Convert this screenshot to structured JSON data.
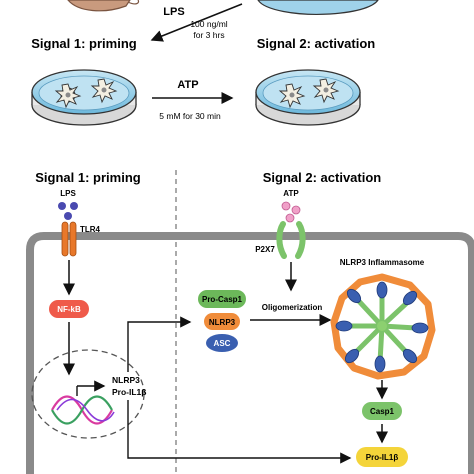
{
  "top": {
    "lps_label": "LPS",
    "lps_dose_line1": "100 ng/ml",
    "lps_dose_line2": "for 3 hrs",
    "signal1_title": "Signal 1: priming",
    "signal2_title": "Signal 2: activation",
    "atp_label": "ATP",
    "atp_dose": "5 mM for 30 min"
  },
  "cell": {
    "signal1_title": "Signal 1: priming",
    "signal2_title": "Signal 2: activation",
    "lps_label": "LPS",
    "tlr4_label": "TLR4",
    "atp_label": "ATP",
    "p2x7_label": "P2X7",
    "nfkb_label": "NF-kB",
    "gene_line1": "NLRP3",
    "gene_line2": "Pro-IL1β",
    "pro_casp1_label": "Pro-Casp1",
    "nlrp3_label": "NLRP3",
    "asc_label": "ASC",
    "oligomerization_label": "Oligomerization",
    "inflammasome_label": "NLRP3 Inflammasome",
    "casp1_label": "Casp1",
    "pro_il1b_label": "Pro-IL1β"
  },
  "colors": {
    "tlr4": "#e8782a",
    "p2x7": "#7cc36a",
    "nfkb": "#ef5a4a",
    "pro_casp1": "#6cb85a",
    "nlrp3": "#f08c3a",
    "asc": "#3a5fb0",
    "casp1": "#7cc36a",
    "pro_il1b": "#f4d43a",
    "dish": "#7ec4e4",
    "cell_membrane": "#8a8a8a"
  }
}
